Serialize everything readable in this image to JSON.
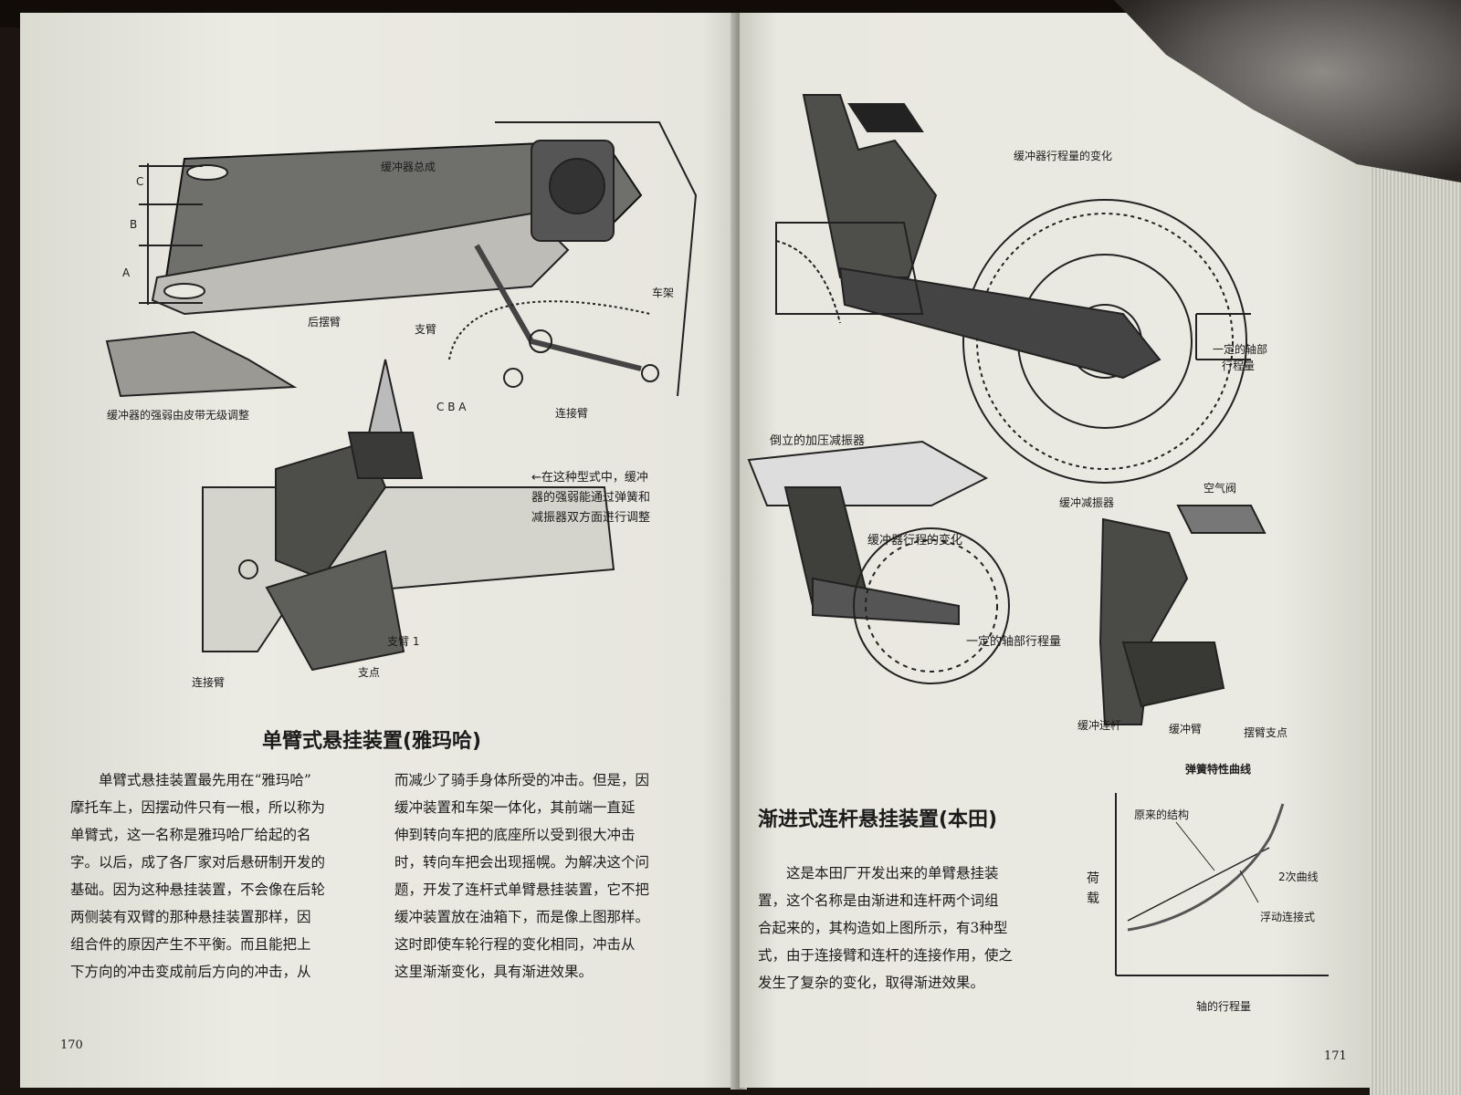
{
  "left_page": {
    "figure_labels": {
      "shock_assembly": "缓冲器总成",
      "rear_swingarm": "后摆臂",
      "support_arm": "支臂",
      "frame": "车架",
      "link_arm": "连接臂",
      "belt_adjust": "缓冲器的强弱由皮带无级调整",
      "dim_c": "C",
      "dim_b": "B",
      "dim_a": "A",
      "cba": "C B A",
      "note_line1": "←在这种型式中，缓冲",
      "note_line2": "器的强弱能通过弹簧和",
      "note_line3": "减振器双方面进行调整",
      "support_arm_1": "支臂 1",
      "link_arm_2": "连接臂",
      "pivot": "支点"
    },
    "section_title": "单臂式悬挂装置(雅玛哈)",
    "col1": [
      "单臂式悬挂装置最先用在“雅玛哈”",
      "摩托车上，因摆动件只有一根，所以称为",
      "单臂式，这一名称是雅玛哈厂给起的名",
      "字。以后，成了各厂家对后悬研制开发的",
      "基础。因为这种悬挂装置，不会像在后轮",
      "两侧装有双臂的那种悬挂装置那样，因",
      "组合件的原因产生不平衡。而且能把上",
      "下方向的冲击变成前后方向的冲击，从"
    ],
    "col2": [
      "而减少了骑手身体所受的冲击。但是，因",
      "缓冲装置和车架一体化，其前端一直延",
      "伸到转向车把的底座所以受到很大冲击",
      "时，转向车把会出现摇幌。为解决这个问",
      "题，开发了连杆式单臂悬挂装置，它不把",
      "缓冲装置放在油箱下，而是像上图那样。",
      "这时即使车轮行程的变化相同，冲击从",
      "这里渐渐变化，具有渐进效果。"
    ],
    "page_number": "170"
  },
  "right_page": {
    "figure_labels": {
      "stroke_change": "缓冲器行程量的变化",
      "axle_stroke_1": "一定的轴部",
      "axle_stroke_2": "行程量",
      "inverted_damper": "倒立的加压减振器",
      "stroke_change_2": "缓冲器行程的变化",
      "axle_stroke_3": "一定的轴部行程量",
      "shock_damper": "缓冲减振器",
      "air_valve": "空气阀",
      "shock_link": "缓冲连杆",
      "shock_arm": "缓冲臂",
      "swing_pivot": "摆臂支点"
    },
    "section_title": "渐进式连杆悬挂装置(本田)",
    "paragraph": [
      "这是本田厂开发出来的单臂悬挂装",
      "置，这个名称是由渐进和连杆两个词组",
      "合起来的，其构造如上图所示，有3种型",
      "式，由于连接臂和连杆的连接作用，使之",
      "发生了复杂的变化，取得渐进效果。"
    ],
    "graph": {
      "title": "弹簧特性曲线",
      "original": "原来的结构",
      "quadratic": "2次曲线",
      "floating": "浮动连接式",
      "y_label_1": "荷",
      "y_label_2": "载",
      "x_label": "轴的行程量"
    },
    "page_number": "171"
  }
}
